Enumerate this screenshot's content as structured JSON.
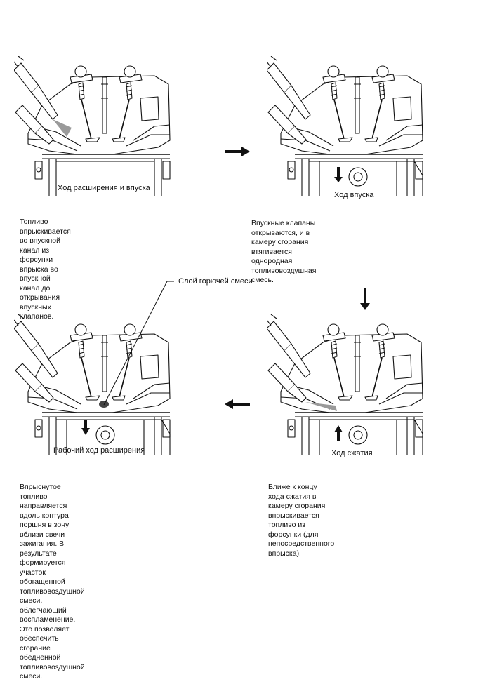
{
  "panels": {
    "p1": {
      "caption": "Ход расширения и впуска",
      "description": "Топливо впрыскивается во впускной канал из\nфорсунки впрыска во впускной канал до открывания\nвпускных клапанов."
    },
    "p2": {
      "caption": "Ход впуска",
      "description": "Впускные клапаны открываются, и в камеру сгорания\nвтягивается однородная топливовоздушная смесь."
    },
    "p3": {
      "caption": "Ход сжатия",
      "description": "Ближе к концу хода сжатия в камеру сгорания\nвпрыскивается топливо из форсунки (для\nнепосредственного впрыска)."
    },
    "p4": {
      "caption": "Рабочий ход расширения",
      "description": "Впрыснутое топливо направляется вдоль контура\nпоршня в зону вблизи свечи зажигания.  В результате\nформируется участок обогащенной топливовоздушной\nсмеси, облегчающий воспламенение. Это позволяет\nобеспечить сгорание обедненной топливовоздушной\nсмеси."
    }
  },
  "callout": {
    "label": "Слой горючей смеси"
  },
  "flow_arrows": [
    "right",
    "down",
    "left"
  ]
}
